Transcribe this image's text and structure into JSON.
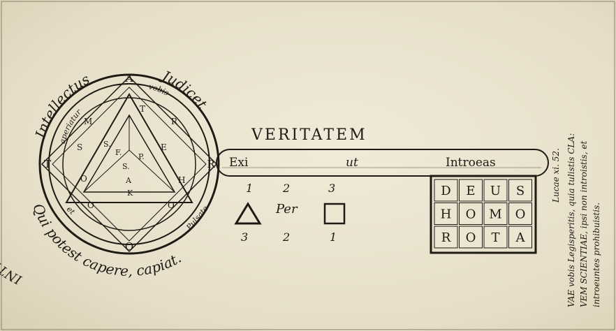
{
  "engraving": {
    "bow_outer_left": "INTELLIGENTIBUS",
    "bow_outer_top_left": "Intellectus",
    "bow_outer_top_right": "Judicet",
    "bow_outer_bottom": "Qui potest capere, capiat.",
    "ring_left": "aperiatur",
    "ring_right": "vobis",
    "ring_right2": "Pulsate",
    "ring_bottom": "et",
    "ring_letters": [
      "A",
      "R",
      "O",
      "T"
    ],
    "triangle_letters": [
      "M",
      "S",
      "O",
      "R",
      "H",
      "O",
      "O",
      "E",
      "T"
    ],
    "center_letters": [
      "S.",
      "F.",
      "S.",
      "P.",
      "A",
      "K"
    ],
    "shaft_top": "VERITATEM",
    "shaft_words": [
      "Exi",
      "ut",
      "Introeas"
    ],
    "numbers_top": [
      "1",
      "2",
      "3"
    ],
    "per": "Per",
    "numbers_bottom": [
      "3",
      "2",
      "1"
    ],
    "bit_grid": [
      [
        "D",
        "E",
        "U",
        "S"
      ],
      [
        "H",
        "O",
        "M",
        "O"
      ],
      [
        "R",
        "O",
        "T",
        "A"
      ]
    ],
    "right_ref": "Lucae xi. 52.",
    "right_line1": "VAE vobis Legisperitis, quia tulistis CLA:",
    "right_line2": "VEM SCIENTIAE, ipsi non introistis, et",
    "right_line3": "introeuntes prohibuistis."
  },
  "colors": {
    "paper": "#e9e2cf",
    "ink": "#1e1a14"
  }
}
